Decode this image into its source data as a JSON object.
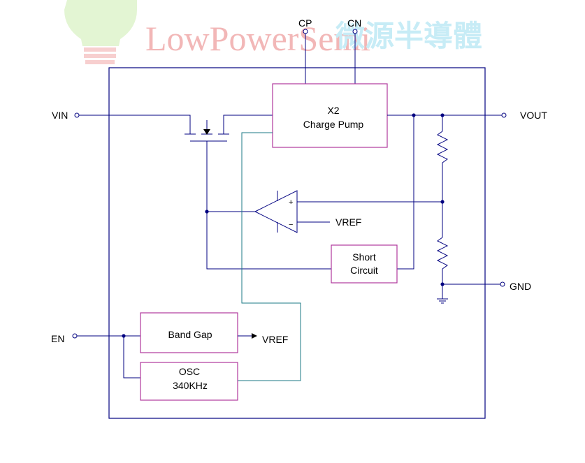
{
  "watermark": {
    "brand": "LowPowerSemi",
    "brand_cn": "微源半導體"
  },
  "pins": {
    "vin": "VIN",
    "en": "EN",
    "cp": "CP",
    "cn": "CN",
    "vout": "VOUT",
    "gnd": "GND"
  },
  "blocks": {
    "charge_pump": {
      "line1": "X2",
      "line2": "Charge Pump"
    },
    "short_circuit": {
      "line1": "Short",
      "line2": "Circuit"
    },
    "band_gap": {
      "label": "Band Gap"
    },
    "osc": {
      "line1": "OSC",
      "line2": "340KHz"
    }
  },
  "amplifier": {
    "plus": "+",
    "minus": "−"
  },
  "signals": {
    "vref_amp": "VREF",
    "vref_bandgap": "VREF"
  },
  "colors": {
    "wire": "#000080",
    "block_outline": "#b0389c",
    "clock_wire": "#1b7a86"
  }
}
